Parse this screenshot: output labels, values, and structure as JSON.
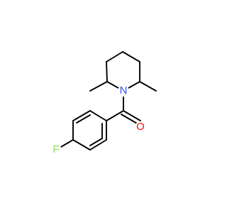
{
  "molecule": {
    "atoms": {
      "n": {
        "label": "N",
        "color": "#3050F8"
      },
      "o": {
        "label": "O",
        "color": "#FF0D0D"
      },
      "f": {
        "label": "F",
        "color": "#90E050"
      }
    }
  }
}
